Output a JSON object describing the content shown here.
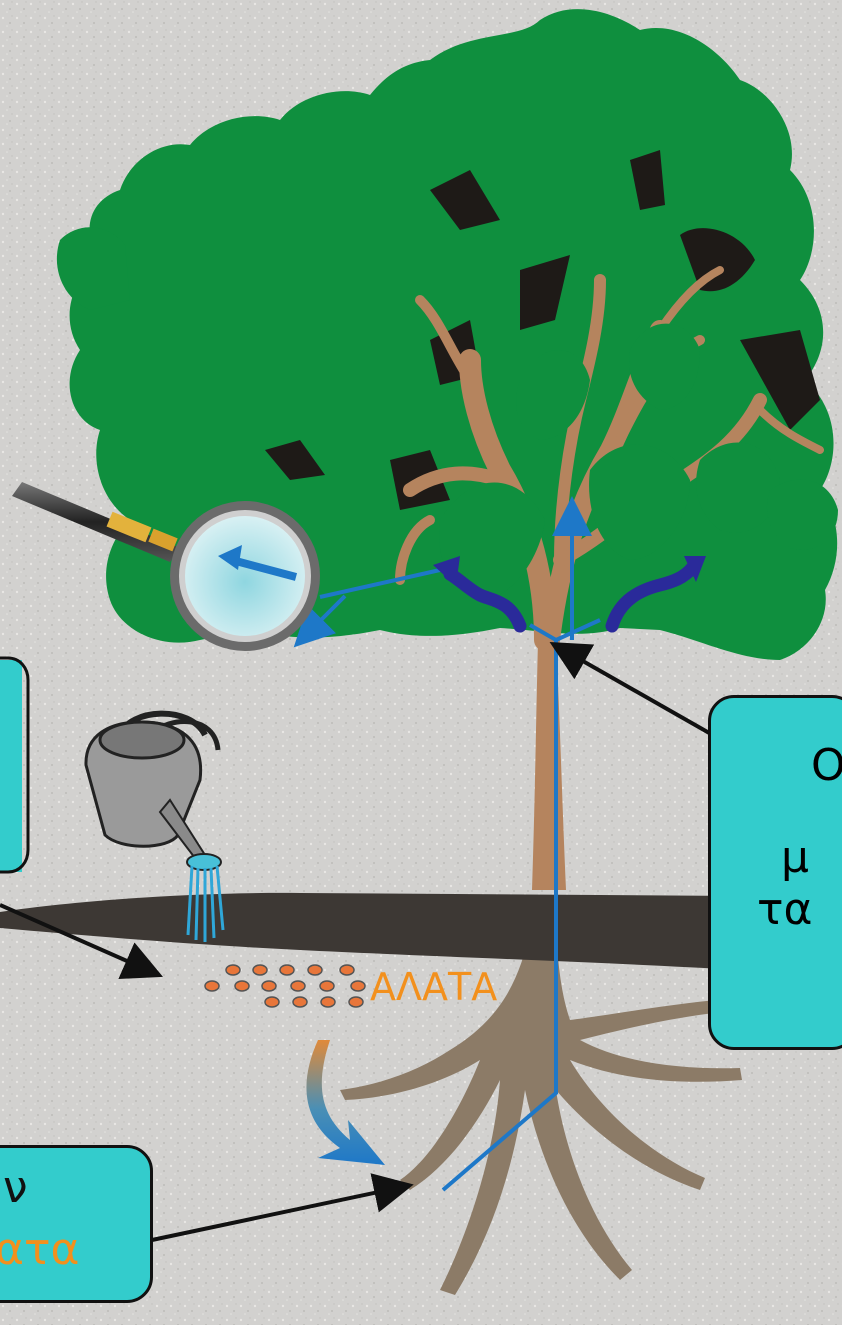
{
  "labels": {
    "salts": "ΑΛΑΤΑ"
  },
  "callouts": {
    "right": {
      "line1": "Ο",
      "line2": "μ",
      "line3": "τα"
    },
    "bottom": {
      "line1": "ν",
      "line2": "ατα"
    }
  },
  "colors": {
    "background": "#d2d1cf",
    "foliage": "#0f8f3e",
    "trunk": "#b5845e",
    "roots": "#8c7b67",
    "soil": "#3d3834",
    "callout_fill": "#33cccc",
    "water_arrow": "#1e78c8",
    "salt_text": "#f2901d",
    "salt_dots": "#e8763a",
    "vapor_arrow": "#2a2a9a"
  }
}
